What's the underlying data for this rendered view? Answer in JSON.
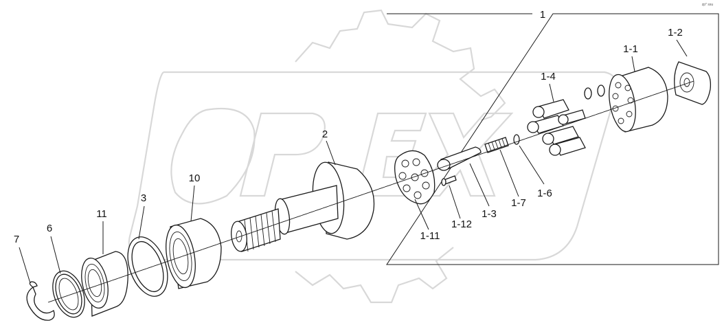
{
  "diagram": {
    "group_label": "1",
    "corner_code": "zp° ssu",
    "watermark_text": "OPEX",
    "callouts": [
      {
        "id": "1",
        "label": "1"
      },
      {
        "id": "1-1",
        "label": "1-1"
      },
      {
        "id": "1-2",
        "label": "1-2"
      },
      {
        "id": "1-3",
        "label": "1-3"
      },
      {
        "id": "1-4",
        "label": "1-4"
      },
      {
        "id": "1-6",
        "label": "1-6"
      },
      {
        "id": "1-7",
        "label": "1-7"
      },
      {
        "id": "1-11",
        "label": "1-11"
      },
      {
        "id": "1-12",
        "label": "1-12"
      },
      {
        "id": "2",
        "label": "2"
      },
      {
        "id": "3",
        "label": "3"
      },
      {
        "id": "6",
        "label": "6"
      },
      {
        "id": "7",
        "label": "7"
      },
      {
        "id": "10",
        "label": "10"
      },
      {
        "id": "11",
        "label": "11"
      }
    ]
  }
}
